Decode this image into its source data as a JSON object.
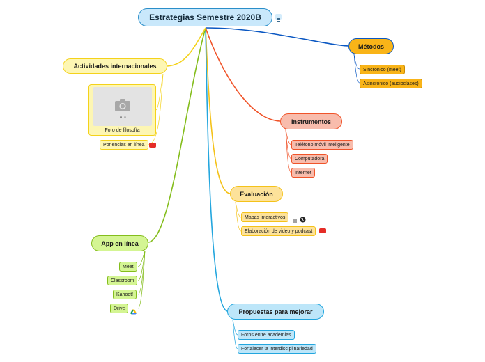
{
  "root": {
    "title": "Estrategias Semestre 2020B",
    "note_icon": "notes-icon"
  },
  "branches": {
    "metodos": {
      "label": "Métodos",
      "color": "#0a57c2",
      "fill": "#f9b418",
      "items": [
        "Sincrónico (meet)",
        "Asincrónico (audioclases)"
      ]
    },
    "instrumentos": {
      "label": "Instrumentos",
      "color": "#f0542a",
      "fill": "#f8bcac",
      "items": [
        "Teléfono móvil inteligente",
        "Computadora",
        "Internet"
      ]
    },
    "evaluacion": {
      "label": "Evaluación",
      "color": "#f4c21a",
      "fill": "#fde29a",
      "items": [
        "Mapas interactivos",
        "Elaboración de video y podcast"
      ]
    },
    "propuestas": {
      "label": "Propuestas para mejorar",
      "color": "#23a6de",
      "fill": "#bde6f9",
      "items": [
        "Foros entre academias",
        "Fortalecer la interdisciplinariedad"
      ]
    },
    "app": {
      "label": "App en línea",
      "color": "#84bd1c",
      "fill": "#d4f593",
      "items": [
        "Meet",
        "Classroom",
        "Kahoot!",
        "Drive"
      ]
    },
    "actividades": {
      "label": "Actividades internacionales",
      "color": "#f4d21a",
      "fill": "#fdf6b3",
      "items": [
        "Foro de filosofía",
        "Ponencias en línea"
      ]
    }
  },
  "icons": {
    "youtube": "youtube-icon",
    "notes": "notes-icon",
    "web": "globe-icon",
    "drive": "drive-icon",
    "camera": "camera-icon"
  }
}
